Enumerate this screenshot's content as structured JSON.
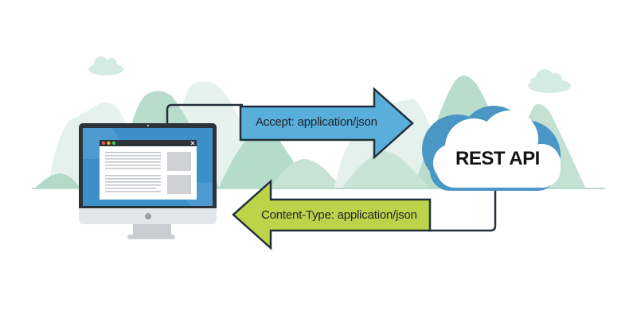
{
  "diagram": {
    "title": "REST API content negotiation",
    "client": {
      "type": "desktop-computer",
      "window_controls": [
        "close",
        "minimize",
        "maximize"
      ],
      "window_close_glyph": "×"
    },
    "server": {
      "label": "REST API",
      "shape": "cloud"
    },
    "request_arrow": {
      "direction": "client-to-server",
      "label": "Accept: application/json",
      "color": "#5aaedc"
    },
    "response_arrow": {
      "direction": "server-to-client",
      "label": "Content-Type: application/json",
      "color": "#bcd34a"
    },
    "colors": {
      "outline": "#22303a",
      "cloud_blue": "#4a97c6",
      "mountain_green": "#a8d5c2",
      "mountain_light": "#dceee8",
      "screen_blue": "#3d8fc9",
      "monitor_frame": "#2b3238",
      "monitor_chin": "#e4e7ea",
      "traffic_red": "#e2564b",
      "traffic_yellow": "#e9b23c",
      "traffic_green": "#4cc16a"
    }
  }
}
